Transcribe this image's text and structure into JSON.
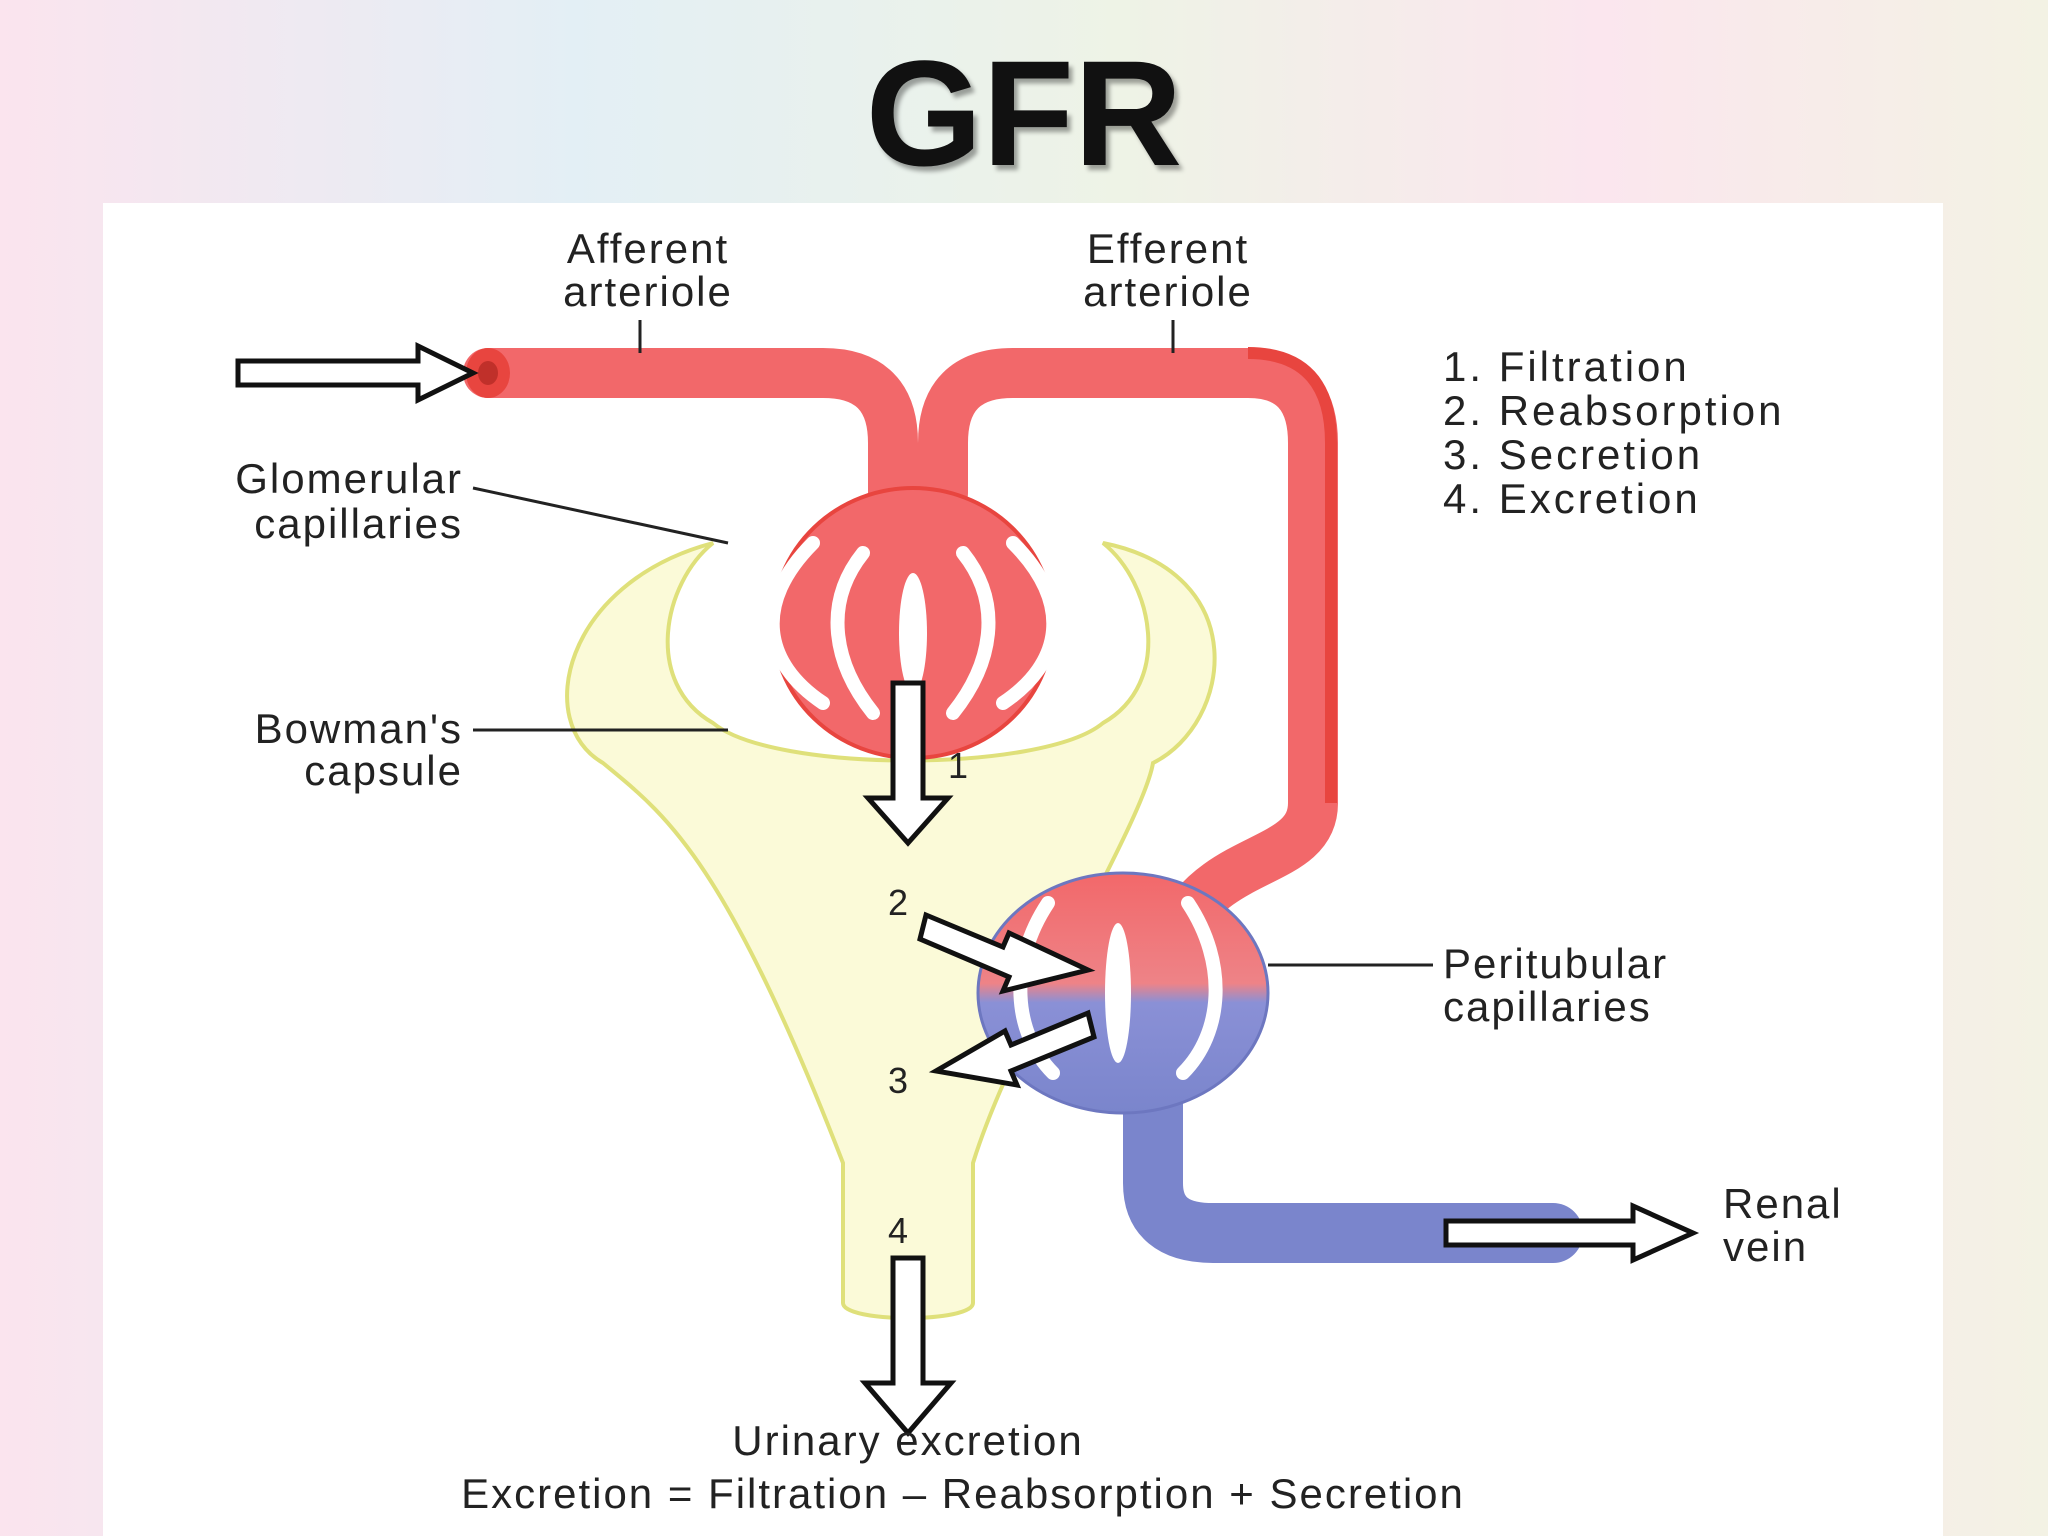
{
  "slide": {
    "title": "GFR"
  },
  "diagram": {
    "labels": {
      "afferent_line1": "Afferent",
      "afferent_line2": "arteriole",
      "efferent_line1": "Efferent",
      "efferent_line2": "arteriole",
      "glomerular_line1": "Glomerular",
      "glomerular_line2": "capillaries",
      "bowman_line1": "Bowman's",
      "bowman_line2": "capsule",
      "peritubular_line1": "Peritubular",
      "peritubular_line2": "capillaries",
      "renal_line1": "Renal",
      "renal_line2": "vein",
      "urinary": "Urinary excretion"
    },
    "processes": [
      "1. Filtration",
      "2. Reabsorption",
      "3. Secretion",
      "4. Excretion"
    ],
    "markers": [
      "1",
      "2",
      "3",
      "4"
    ],
    "equation": "Excretion = Filtration – Reabsorption + Secretion",
    "colors": {
      "arteriole_red": "#f2686a",
      "arteriole_dark": "#e8453f",
      "vein_blue": "#7a85cc",
      "capsule_fill": "#fbfad8",
      "capsule_outline": "#dfe07a"
    }
  }
}
